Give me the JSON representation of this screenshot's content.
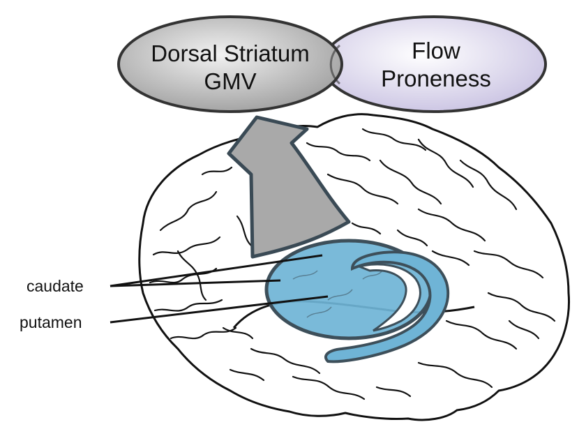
{
  "ovals": [
    {
      "id": "dorsal",
      "lines": [
        "Dorsal Striatum",
        "GMV"
      ],
      "fill": "#c8c8c8",
      "stroke": "#333333"
    },
    {
      "id": "flow",
      "lines": [
        "Flow",
        "Proneness"
      ],
      "fill": "#e6e2f2",
      "stroke": "#333333"
    }
  ],
  "labels": {
    "caudate": "caudate",
    "putamen": "putamen"
  },
  "colors": {
    "striatum": "#6fb4d6",
    "striatum_stroke": "#3d4f5a",
    "arrow": "#a9a9a9",
    "arrow_stroke": "#3a4a55",
    "brain_stroke": "#111111"
  },
  "icons": {
    "arrow": "upward-arrow-icon",
    "brain": "brain-outline-icon"
  }
}
